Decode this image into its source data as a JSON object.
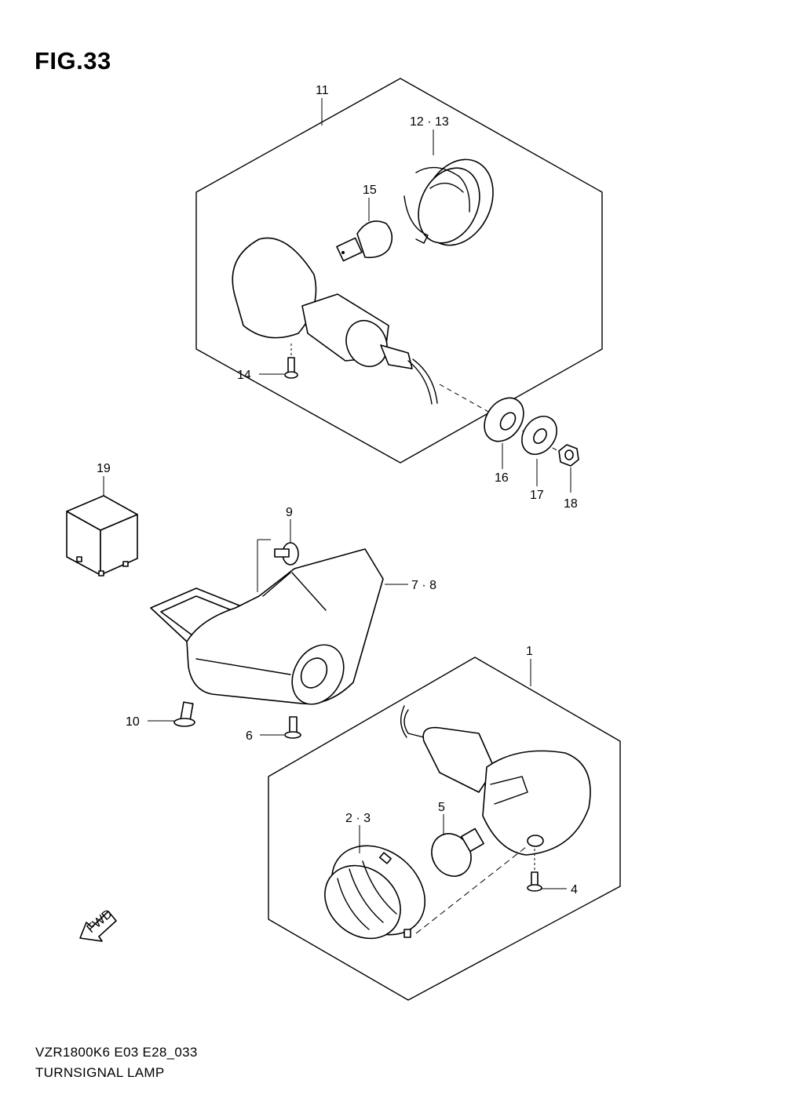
{
  "figure": {
    "title": "FIG.33",
    "code": "VZR1800K6 E03 E28_033",
    "name": "TURNSIGNAL LAMP",
    "fwd_label": "FWD"
  },
  "callouts": {
    "c1": "1",
    "c2_3": "2 · 3",
    "c4": "4",
    "c5": "5",
    "c6": "6",
    "c7_8": "7 · 8",
    "c9": "9",
    "c10": "10",
    "c11": "11",
    "c12_13": "12 · 13",
    "c14": "14",
    "c15": "15",
    "c16": "16",
    "c17": "17",
    "c18": "18",
    "c19": "19"
  }
}
